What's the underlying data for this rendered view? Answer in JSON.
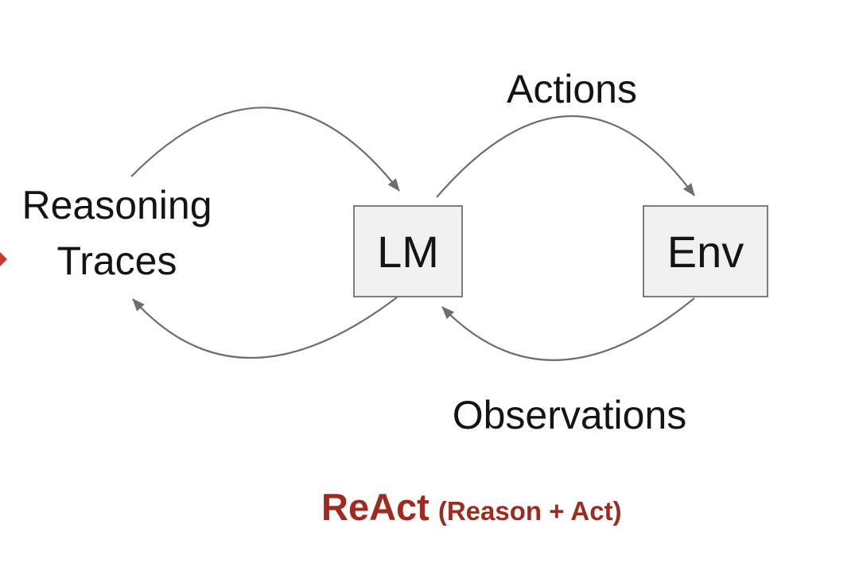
{
  "labels": {
    "reasoning_line1": "Reasoning",
    "reasoning_line2": "Traces",
    "actions": "Actions",
    "observations": "Observations"
  },
  "nodes": {
    "lm": "LM",
    "env": "Env"
  },
  "title": {
    "main": "ReAct",
    "sub": "(Reason + Act)"
  },
  "colors": {
    "title_red": "#9e2a20",
    "arrow_gray": "#6e6e6e",
    "box_fill": "#f0f0f0",
    "box_border": "#7d7d7d",
    "marker_red": "#c83b2b",
    "text_black": "#141414"
  },
  "icons": {
    "red_arrowhead": "red-arrowhead-icon",
    "flow_arrows": "curved-arrow-icon"
  }
}
